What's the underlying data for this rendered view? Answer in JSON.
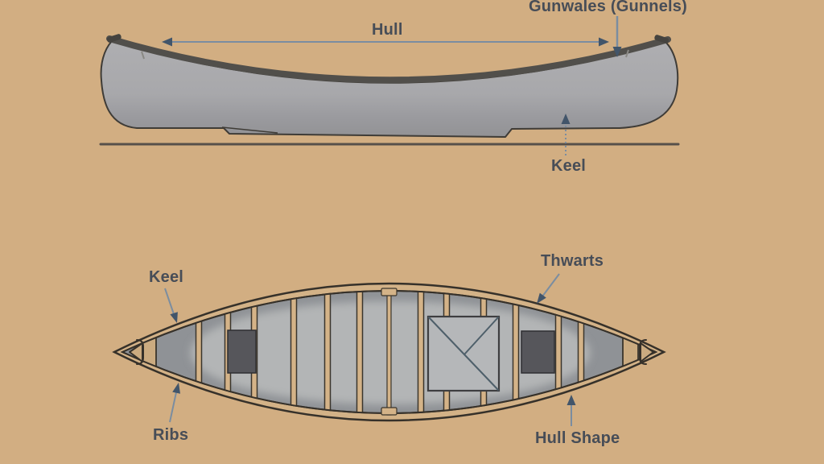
{
  "diagram": {
    "subject": "Canoe anatomy",
    "views": [
      {
        "id": "side-view",
        "parts": [
          "Hull",
          "Gunwales (Gunnels)",
          "Keel"
        ]
      },
      {
        "id": "top-view",
        "parts": [
          "Keel",
          "Thwarts",
          "Ribs",
          "Hull Shape"
        ]
      }
    ],
    "arrows": [
      {
        "name": "hull-extent-arrow",
        "type": "double-headed",
        "points_to": "full hull length"
      },
      {
        "name": "gunwales-arrow",
        "type": "single",
        "points_to": "gunwale rail, side view"
      },
      {
        "name": "keel-side-arrow",
        "type": "single",
        "points_to": "keel under hull, side view"
      },
      {
        "name": "keel-top-arrow",
        "type": "single",
        "points_to": "bow hull edge, top view"
      },
      {
        "name": "thwarts-arrow",
        "type": "single",
        "points_to": "cross thwart, top view"
      },
      {
        "name": "ribs-arrow",
        "type": "single",
        "points_to": "ribs along hull, top view"
      },
      {
        "name": "hull-shape-arrow",
        "type": "single",
        "points_to": "hull curvature, top view"
      }
    ]
  },
  "labels": {
    "gunwales": "Gunwales (Gunnels)",
    "hull": "Hull",
    "keel_side": "Keel",
    "keel_top": "Keel",
    "thwarts": "Thwarts",
    "ribs": "Ribs",
    "hull_shape": "Hull Shape"
  },
  "colors": {
    "background": "#d2ae82",
    "label_text": "#474d57",
    "arrow_shaft": "#7b8da0",
    "arrow_head": "#42556a",
    "hull_gray": "#a7a7aa",
    "gunwale_dark": "#514f4b",
    "outline_dark": "#36312a",
    "wood_tan": "#d4b388",
    "floor_gray": "#8f9296",
    "floor_highlight": "#b3b5b6",
    "seat_dark": "#56565b",
    "ground_line": "#57504a"
  }
}
